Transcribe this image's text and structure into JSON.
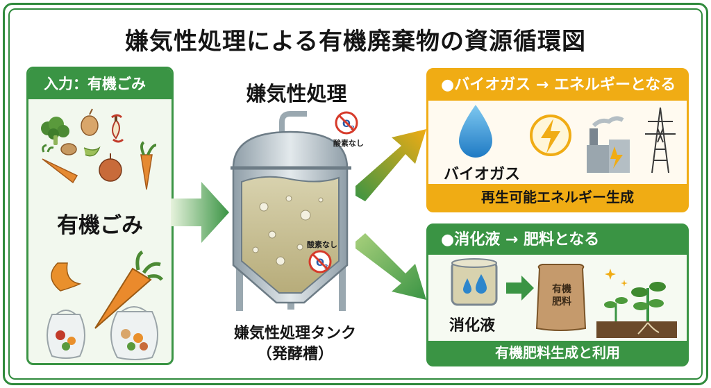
{
  "title": "嫌気性処理による有機廃棄物の資源循環図",
  "input": {
    "header": "入力：有機ごみ",
    "label": "有機ごみ"
  },
  "process": {
    "title": "嫌気性処理",
    "tank_label": "嫌気性処理タンク",
    "tank_sublabel": "（発酵槽）",
    "no_oxygen": "酸素なし",
    "o2_symbol": "O2"
  },
  "biogas": {
    "header": "●バイオガス → エネルギーとなる",
    "item_label": "バイオガス",
    "footer": "再生可能エネルギー生成"
  },
  "fertilizer": {
    "header": "●消化液 → 肥料となる",
    "item_label": "消化液",
    "bag_label_1": "有機",
    "bag_label_2": "肥料",
    "footer": "有機肥料生成と利用"
  },
  "colors": {
    "green": "#3a9444",
    "orange": "#f0ac14",
    "tank_liquid": "#c9c19a",
    "steel": "#aab7c0"
  }
}
